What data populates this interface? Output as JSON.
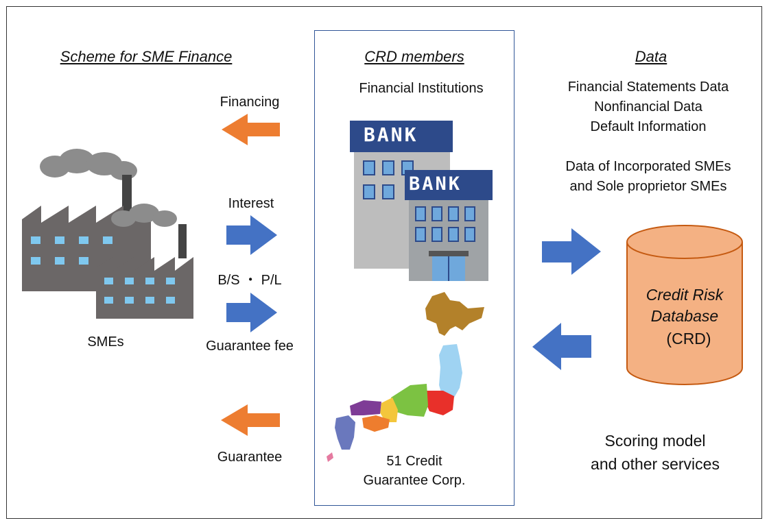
{
  "headers": {
    "scheme": "Scheme for SME Finance",
    "members": "CRD members",
    "data": "Data"
  },
  "left": {
    "financing": "Financing",
    "interest": "Interest",
    "bs_pl": "B/S ・ P/L",
    "guarantee_fee": "Guarantee fee",
    "smes": "SMEs",
    "guarantee": "Guarantee"
  },
  "center": {
    "financial_institutions": "Financial Institutions",
    "bank_sign": "BANK",
    "cgc_line1": "51 Credit",
    "cgc_line2": "Guarantee Corp."
  },
  "right": {
    "data_items": [
      "Financial Statements Data",
      "Nonfinancial Data",
      "Default Information"
    ],
    "scope_line1": "Data of Incorporated SMEs",
    "scope_line2": "and Sole proprietor SMEs",
    "db_line1": "Credit Risk",
    "db_line2": "Database",
    "db_line3": "(CRD)",
    "services_line1": "Scoring model",
    "services_line2": "and other services"
  },
  "colors": {
    "orange_arrow": "#ed7d31",
    "blue_arrow": "#4472c4",
    "cylinder_fill": "#f4b183",
    "cylinder_stroke": "#c55a11",
    "box_border": "#2f5597"
  }
}
